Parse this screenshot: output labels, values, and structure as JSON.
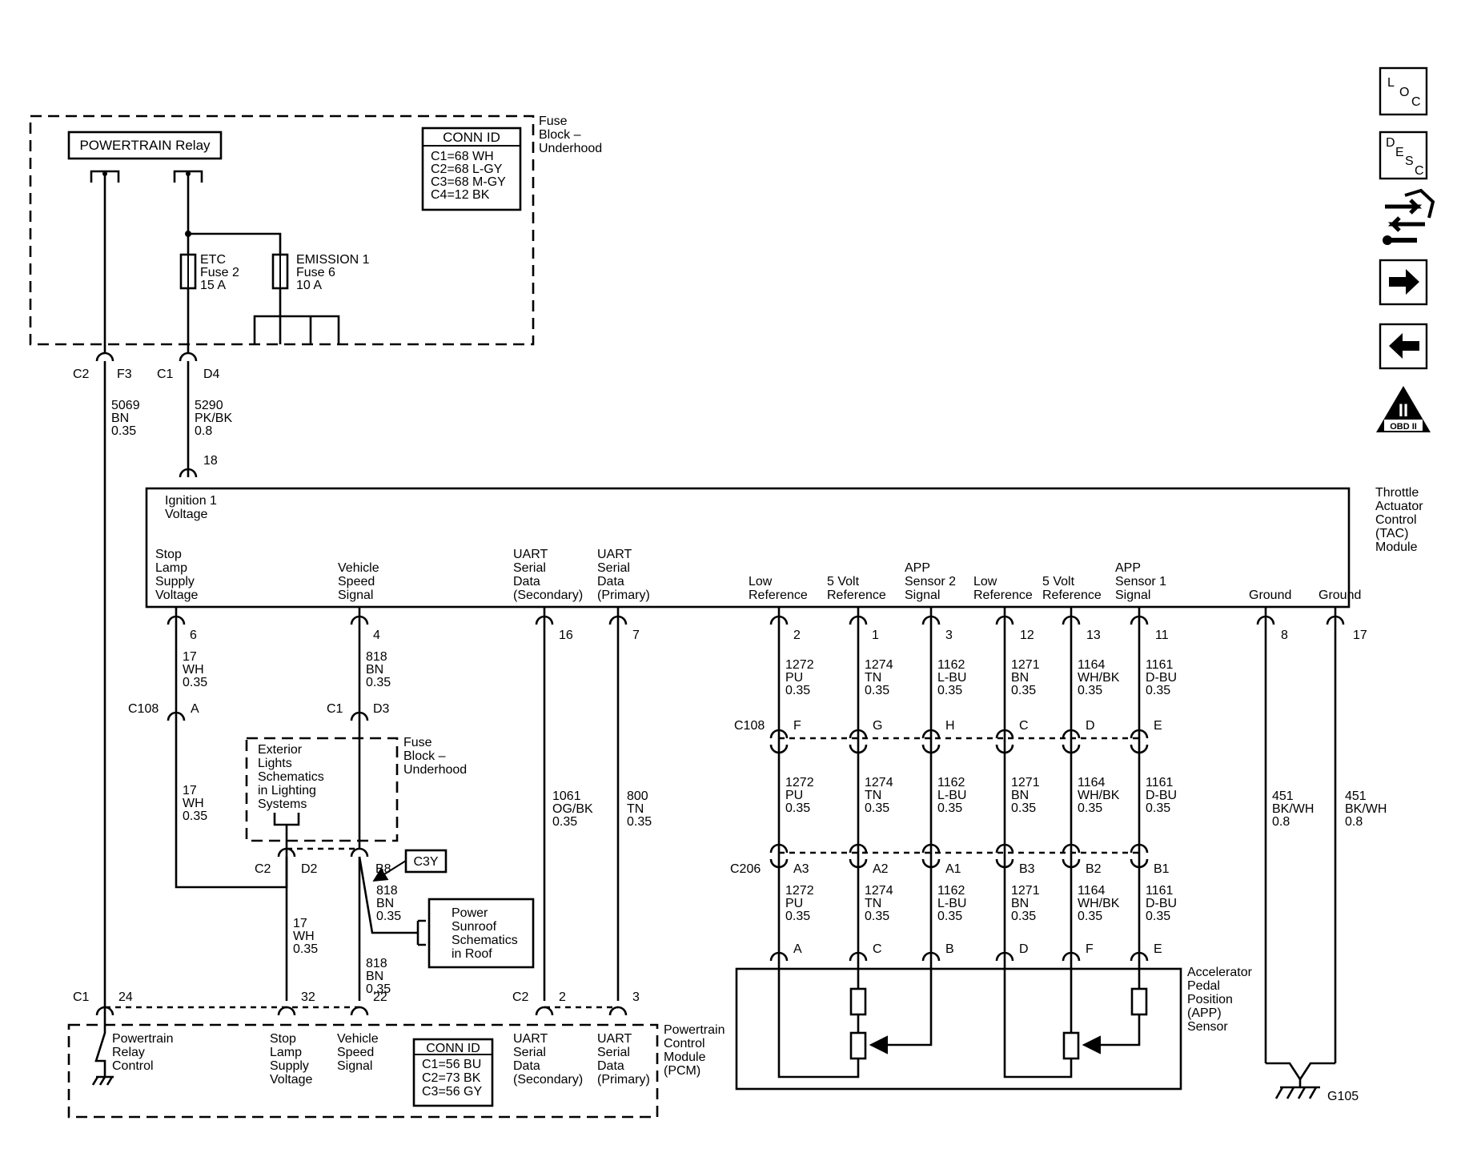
{
  "nav": {
    "loc": {
      "l": "L",
      "o": "O",
      "c": "C"
    },
    "desc": {
      "d": "D",
      "e": "E",
      "s": "S",
      "c": "C"
    },
    "obd": {
      "numeral": "II",
      "label": "OBD II"
    }
  },
  "fuse_block": {
    "relay": "POWERTRAIN Relay",
    "title": [
      "Fuse",
      "Block –",
      "Underhood"
    ],
    "conn_id_title": "CONN ID",
    "conn_ids": [
      "C1=68 WH",
      "C2=68 L-GY",
      "C3=68 M-GY",
      "C4=12 BK"
    ],
    "fuse_etc": [
      "ETC",
      "Fuse 2",
      "15 A"
    ],
    "fuse_emission": [
      "EMISSION 1",
      "Fuse 6",
      "10 A"
    ]
  },
  "connectors_top": {
    "c2": "C2",
    "f3": "F3",
    "c1": "C1",
    "d4": "D4"
  },
  "wires": {
    "w5069": [
      "5069",
      "BN",
      "0.35"
    ],
    "w5290": [
      "5290",
      "PK/BK",
      "0.8"
    ],
    "w17a": [
      "17",
      "WH",
      "0.35"
    ],
    "w17b": [
      "17",
      "WH",
      "0.35"
    ],
    "w17c": [
      "17",
      "WH",
      "0.35"
    ],
    "w818a": [
      "818",
      "BN",
      "0.35"
    ],
    "w818b": [
      "818",
      "BN",
      "0.35"
    ],
    "w818c": [
      "818",
      "BN",
      "0.35"
    ],
    "w1061": [
      "1061",
      "OG/BK",
      "0.35"
    ],
    "w800": [
      "800",
      "TN",
      "0.35"
    ],
    "w451a": [
      "451",
      "BK/WH",
      "0.8"
    ],
    "w451b": [
      "451",
      "BK/WH",
      "0.8"
    ]
  },
  "tac": {
    "title": [
      "Throttle",
      "Actuator",
      "Control",
      "(TAC)",
      "Module"
    ],
    "ign": [
      "Ignition 1",
      "Voltage"
    ],
    "pin_ign": "18",
    "labels": {
      "stop": [
        "Stop",
        "Lamp",
        "Supply",
        "Voltage"
      ],
      "vss": [
        "Vehicle",
        "Speed",
        "Signal"
      ],
      "uart_sec": [
        "UART",
        "Serial",
        "Data",
        "(Secondary)"
      ],
      "uart_pri": [
        "UART",
        "Serial",
        "Data",
        "(Primary)"
      ],
      "low1": [
        "Low",
        "Reference"
      ],
      "v5a": [
        "5 Volt",
        "Reference"
      ],
      "app2": [
        "APP",
        "Sensor 2",
        "Signal"
      ],
      "low2": [
        "Low",
        "Reference"
      ],
      "v5b": [
        "5 Volt",
        "Reference"
      ],
      "app1": [
        "APP",
        "Sensor 1",
        "Signal"
      ],
      "gnd1": "Ground",
      "gnd2": "Ground"
    },
    "pins": [
      "6",
      "4",
      "16",
      "7",
      "2",
      "1",
      "3",
      "12",
      "13",
      "11",
      "8",
      "17"
    ]
  },
  "app_wires": [
    {
      "c108": "F",
      "c206": "A3",
      "app": "A",
      "rows": [
        [
          "1272",
          "PU",
          "0.35"
        ],
        [
          "1272",
          "PU",
          "0.35"
        ],
        [
          "1272",
          "PU",
          "0.35"
        ]
      ]
    },
    {
      "c108": "G",
      "c206": "A2",
      "app": "C",
      "rows": [
        [
          "1274",
          "TN",
          "0.35"
        ],
        [
          "1274",
          "TN",
          "0.35"
        ],
        [
          "1274",
          "TN",
          "0.35"
        ]
      ]
    },
    {
      "c108": "H",
      "c206": "A1",
      "app": "B",
      "rows": [
        [
          "1162",
          "L-BU",
          "0.35"
        ],
        [
          "1162",
          "L-BU",
          "0.35"
        ],
        [
          "1162",
          "L-BU",
          "0.35"
        ]
      ]
    },
    {
      "c108": "C",
      "c206": "B3",
      "app": "D",
      "rows": [
        [
          "1271",
          "BN",
          "0.35"
        ],
        [
          "1271",
          "BN",
          "0.35"
        ],
        [
          "1271",
          "BN",
          "0.35"
        ]
      ]
    },
    {
      "c108": "D",
      "c206": "B2",
      "app": "F",
      "rows": [
        [
          "1164",
          "WH/BK",
          "0.35"
        ],
        [
          "1164",
          "WH/BK",
          "0.35"
        ],
        [
          "1164",
          "WH/BK",
          "0.35"
        ]
      ]
    },
    {
      "c108": "E",
      "c206": "B1",
      "app": "E",
      "rows": [
        [
          "1161",
          "D-BU",
          "0.35"
        ],
        [
          "1161",
          "D-BU",
          "0.35"
        ],
        [
          "1161",
          "D-BU",
          "0.35"
        ]
      ]
    }
  ],
  "c108_left": {
    "name": "C108",
    "pin": "A"
  },
  "c108_right": "C108",
  "c206": "C206",
  "c1_d3": {
    "c1": "C1",
    "d3": "D3"
  },
  "exterior": [
    "Exterior",
    "Lights",
    "Schematics",
    "in Lighting",
    "Systems"
  ],
  "fuse_block2": [
    "Fuse",
    "Block –",
    "Underhood"
  ],
  "c2_d2_b8": {
    "c2": "C2",
    "d2": "D2",
    "b8": "B8"
  },
  "c3y": "C3Y",
  "sunroof": [
    "Power",
    "Sunroof",
    "Schematics",
    "in Roof"
  ],
  "pcm_conn": {
    "c1": "C1",
    "p24": "24",
    "p32": "32",
    "p22": "22",
    "c2": "C2",
    "p2": "2",
    "p3": "3"
  },
  "pcm": {
    "title": [
      "Powertrain",
      "Control",
      "Module",
      "(PCM)"
    ],
    "relay": [
      "Powertrain",
      "Relay",
      "Control"
    ],
    "stop": [
      "Stop",
      "Lamp",
      "Supply",
      "Voltage"
    ],
    "vss": [
      "Vehicle",
      "Speed",
      "Signal"
    ],
    "uart_sec": [
      "UART",
      "Serial",
      "Data",
      "(Secondary)"
    ],
    "uart_pri": [
      "UART",
      "Serial",
      "Data",
      "(Primary)"
    ],
    "conn_id_title": "CONN ID",
    "conn_ids": [
      "C1=56 BU",
      "C2=73 BK",
      "C3=56 GY"
    ]
  },
  "app_sensor": [
    "Accelerator",
    "Pedal",
    "Position",
    "(APP)",
    "Sensor"
  ],
  "ground": "G105"
}
